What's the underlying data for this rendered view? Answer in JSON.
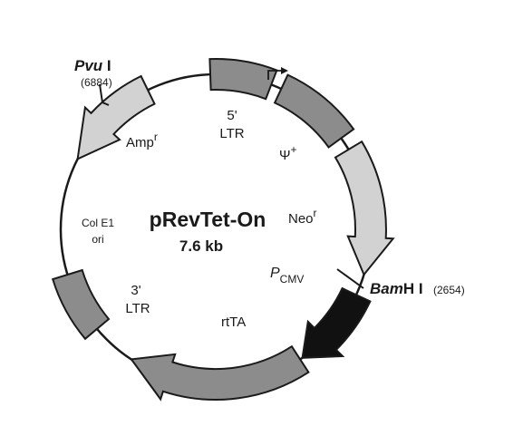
{
  "plasmid": {
    "name": "pRevTet-On",
    "size": "7.6 kb"
  },
  "colors": {
    "light_feature": "#d2d2d2",
    "medium_feature": "#8c8c8c",
    "dark_feature": "#111111",
    "outline": "#1a1a1a"
  },
  "features": {
    "ltr5": {
      "line1": "5'",
      "line2": "LTR"
    },
    "psi": {
      "symbol": "Ψ",
      "superscript": "+"
    },
    "neo": {
      "base": "Neo",
      "superscript": "r"
    },
    "pcmv": {
      "base": "P",
      "subscript": "CMV"
    },
    "rtta": {
      "label": "rtTA"
    },
    "ltr3": {
      "line1": "3'",
      "line2": "LTR"
    },
    "colE1": {
      "line1": "Col E1",
      "line2": "ori"
    },
    "amp": {
      "base": "Amp",
      "superscript": "r"
    }
  },
  "sites": {
    "pvu": {
      "name": "Pvu",
      "suffix": " I",
      "position": "(6884)"
    },
    "bam": {
      "name": "Bam",
      "suffix": "H I",
      "position": "(2654)"
    }
  }
}
